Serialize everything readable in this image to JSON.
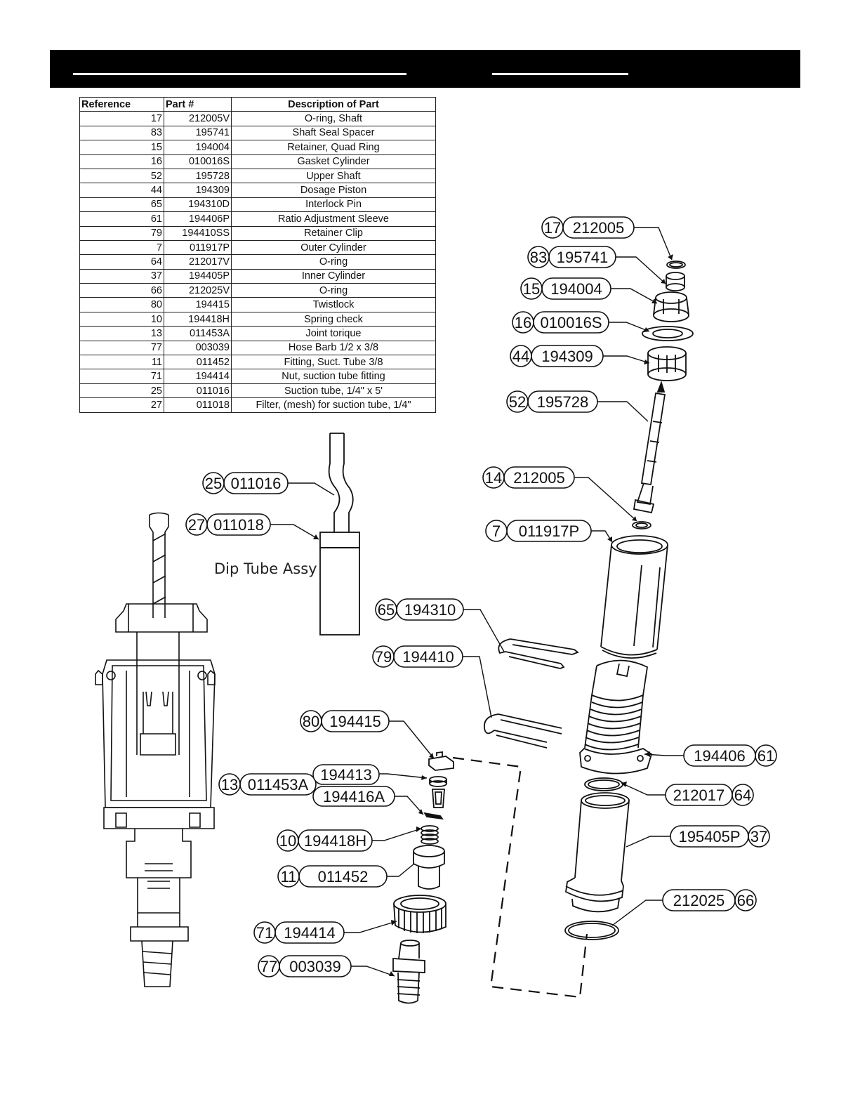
{
  "table": {
    "headers": [
      "Reference",
      "Part #",
      "Description of Part"
    ],
    "rows": [
      [
        "17",
        "212005V",
        "O-ring, Shaft"
      ],
      [
        "83",
        "195741",
        "Shaft Seal Spacer"
      ],
      [
        "15",
        "194004",
        "Retainer, Quad Ring"
      ],
      [
        "16",
        "010016S",
        "Gasket Cylinder"
      ],
      [
        "52",
        "195728",
        "Upper Shaft"
      ],
      [
        "44",
        "194309",
        "Dosage Piston"
      ],
      [
        "65",
        "194310D",
        "Interlock Pin"
      ],
      [
        "61",
        "194406P",
        "Ratio Adjustment Sleeve"
      ],
      [
        "79",
        "194410SS",
        "Retainer Clip"
      ],
      [
        "7",
        "011917P",
        "Outer Cylinder"
      ],
      [
        "64",
        "212017V",
        "O-ring"
      ],
      [
        "37",
        "194405P",
        "Inner Cylinder"
      ],
      [
        "66",
        "212025V",
        "O-ring"
      ],
      [
        "80",
        "194415",
        "Twistlock"
      ],
      [
        "10",
        "194418H",
        "Spring check"
      ],
      [
        "13",
        "011453A",
        "Joint torique"
      ],
      [
        "77",
        "003039",
        "Hose Barb 1/2 x 3/8"
      ],
      [
        "11",
        "011452",
        "Fitting, Suct. Tube 3/8"
      ],
      [
        "71",
        "194414",
        "Nut, suction tube fitting"
      ],
      [
        "25",
        "011016",
        "Suction tube, 1/4\" x 5'"
      ],
      [
        "27",
        "011018",
        "Filter, (mesh) for suction tube, 1/4\""
      ]
    ]
  },
  "callouts": {
    "c17": {
      "ref": "17",
      "part": "212005"
    },
    "c83": {
      "ref": "83",
      "part": "195741"
    },
    "c15": {
      "ref": "15",
      "part": "194004"
    },
    "c16": {
      "ref": "16",
      "part": "010016S"
    },
    "c44": {
      "ref": "44",
      "part": "194309"
    },
    "c52": {
      "ref": "52",
      "part": "195728"
    },
    "c14": {
      "ref": "14",
      "part": "212005"
    },
    "c7": {
      "ref": "7",
      "part": "011917P"
    },
    "c65": {
      "ref": "65",
      "part": "194310"
    },
    "c79": {
      "ref": "79",
      "part": "194410"
    },
    "c80": {
      "ref": "80",
      "part": "194415"
    },
    "c13": {
      "ref": "13",
      "part": "011453A"
    },
    "c13a": {
      "part": "194413"
    },
    "c13b": {
      "part": "194416A"
    },
    "c10": {
      "ref": "10",
      "part": "194418H"
    },
    "c11": {
      "ref": "11",
      "part": "011452"
    },
    "c71": {
      "ref": "71",
      "part": "194414"
    },
    "c77": {
      "ref": "77",
      "part": "003039"
    },
    "c61": {
      "ref": "61",
      "part": "194406"
    },
    "c64": {
      "ref": "64",
      "part": "212017"
    },
    "c37": {
      "ref": "37",
      "part": "195405P"
    },
    "c66": {
      "ref": "66",
      "part": "212025"
    },
    "c25": {
      "ref": "25",
      "part": "011016"
    },
    "c27": {
      "ref": "27",
      "part": "011018"
    }
  },
  "dip_tube_caption": "Dip Tube Assy"
}
